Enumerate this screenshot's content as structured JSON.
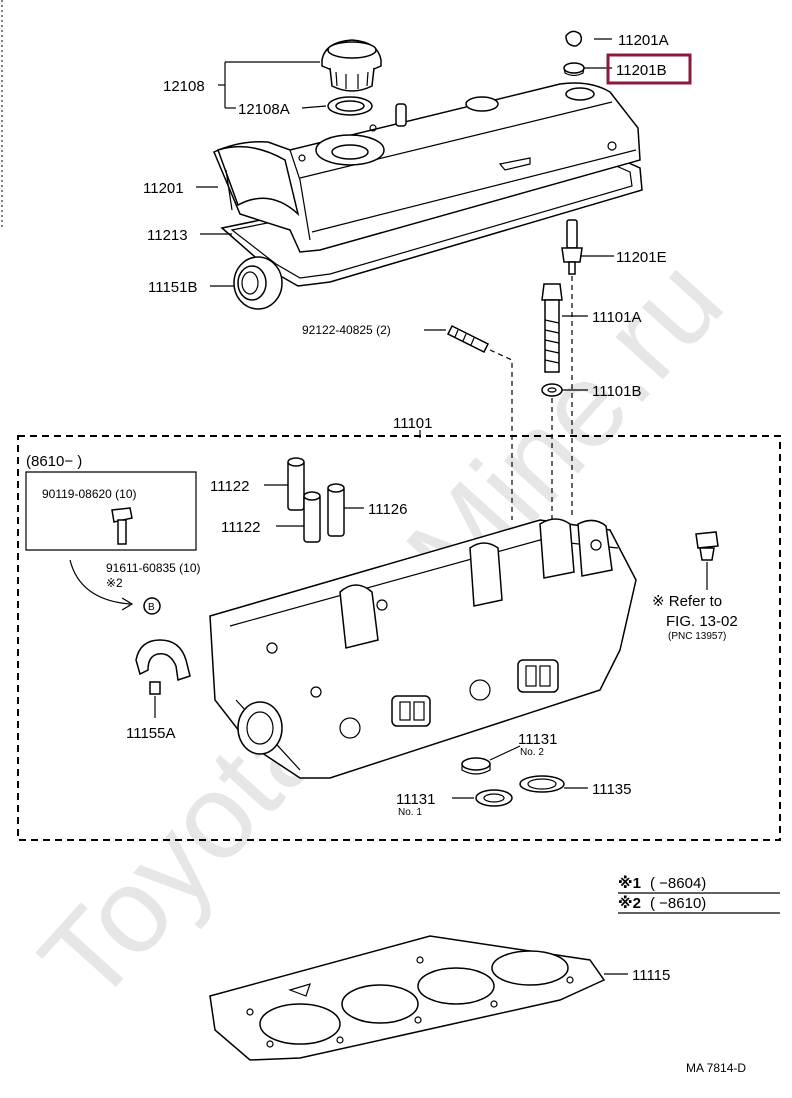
{
  "watermark": "ToyotaCarMine.ru",
  "highlight_color": "#8b1a3a",
  "labels": {
    "p11201A": "11201A",
    "p11201B": "11201B",
    "p12108": "12108",
    "p12108A": "12108A",
    "p11201": "11201",
    "p11213": "11213",
    "p11151B": "11151B",
    "p11201E": "11201E",
    "p11101A": "11101A",
    "p92122": "92122-40825 (2)",
    "p11101B": "11101B",
    "p11101": "11101",
    "p8610": "(8610−         )",
    "p90119": "90119-08620 (10)",
    "p91611": "91611-60835 (10)",
    "note2_mark": "※2",
    "circle_b": "B",
    "p11122a": "11122",
    "p11122b": "11122",
    "p11126": "11126",
    "refer1": "※ Refer to",
    "refer2": "FIG. 13-02",
    "refer3": "(PNC 13957)",
    "p11155A": "11155A",
    "p11131_2": "11131",
    "no2": "No. 2",
    "p11131_1": "11131",
    "no1": "No. 1",
    "p11135": "11135",
    "p11115": "11115",
    "fig_code": "MA 7814-D"
  },
  "notes": [
    {
      "mark": "※1",
      "range": "(         −8604)"
    },
    {
      "mark": "※2",
      "range": "(         −8610)"
    }
  ]
}
